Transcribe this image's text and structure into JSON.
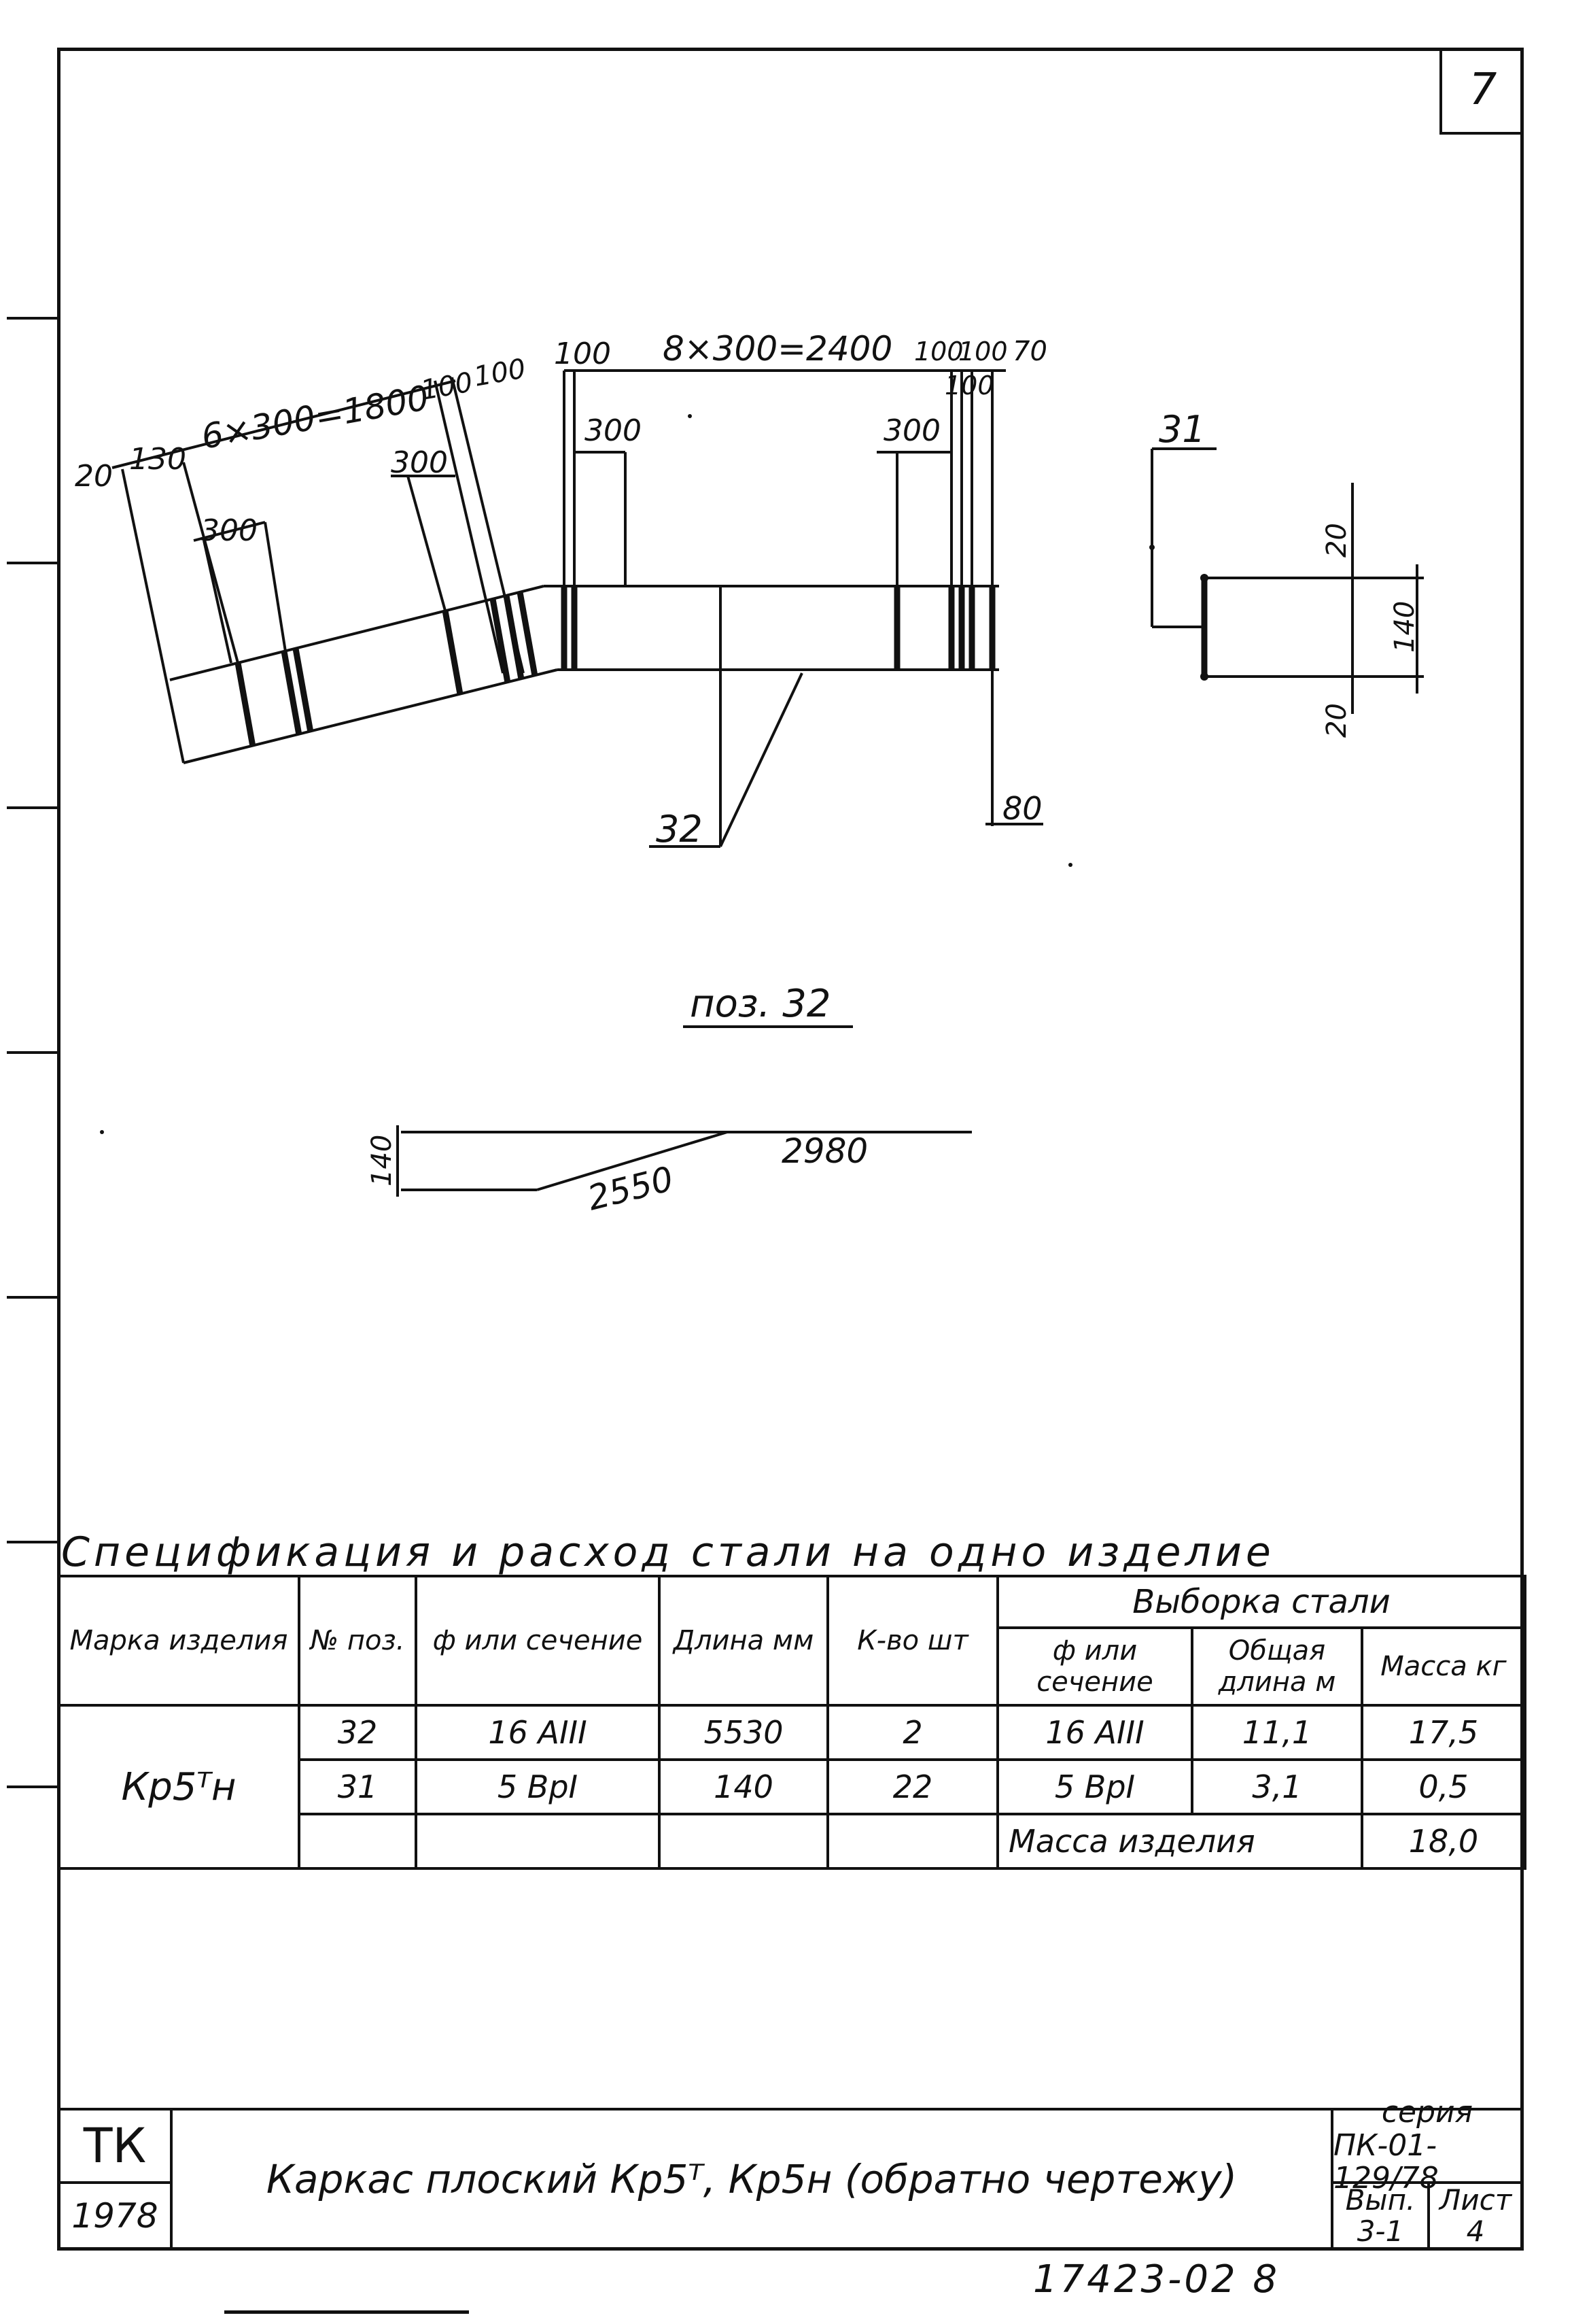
{
  "sheet": {
    "page_number": "7",
    "bottom_code": "17423-02 8"
  },
  "drawing": {
    "left_dims": {
      "d20": "20",
      "d130": "130",
      "chain": "6×300=1800",
      "d100a": "100",
      "d100b": "100",
      "d300a": "300",
      "d300b": "300"
    },
    "mid_dims": {
      "d100": "100",
      "chain": "8×300=2400",
      "d100a": "100",
      "d100b": "100",
      "d100c": "100",
      "d70": "70",
      "d300a": "300",
      "d300b": "300",
      "d80": "80"
    },
    "pos_labels": {
      "p31": "31",
      "p32": "32"
    },
    "section_dims": {
      "d20a": "20",
      "d140": "140",
      "d20b": "20"
    },
    "detail": {
      "title": "поз. 32",
      "d140": "140",
      "d2550": "2550",
      "d2980": "2980"
    }
  },
  "spec": {
    "title": "Спецификация и расход стали на одно изделие",
    "headers": {
      "mark": "Марка изделия",
      "pos": "№ поз.",
      "section": "ф или сечение",
      "length": "Длина мм",
      "qty": "К-во шт",
      "selection": "Выборка стали",
      "sel_section": "ф или сечение",
      "total_length": "Общая длина м",
      "mass": "Масса кг"
    },
    "mark_value": "Кр5ᵀн",
    "rows": [
      {
        "pos": "32",
        "section": "16 АIII",
        "length": "5530",
        "qty": "2",
        "sel_section": "16 АIII",
        "total_length": "11,1",
        "mass": "17,5"
      },
      {
        "pos": "31",
        "section": "5 ВрI",
        "length": "140",
        "qty": "22",
        "sel_section": "5 ВрI",
        "total_length": "3,1",
        "mass": "0,5"
      }
    ],
    "total_label": "Масса изделия",
    "total_value": "18,0"
  },
  "stamp": {
    "org": "ТК",
    "year": "1978",
    "title": "Каркас плоский Кр5ᵀ, Кр5н (обратно чертежу)",
    "series_label": "серия",
    "series_value": "ПК-01-129/78",
    "issue_label": "Вып.",
    "issue_value": "3-1",
    "sheet_label": "Лист",
    "sheet_value": "4"
  }
}
